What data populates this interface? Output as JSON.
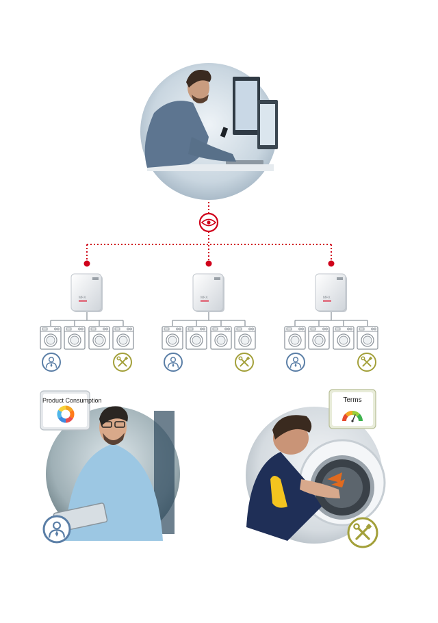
{
  "diagram": {
    "cards": {
      "consumption": {
        "title": "Product Consumption"
      },
      "terms": {
        "title": "Terms"
      }
    },
    "device_brand": "MFX",
    "colors": {
      "accent_red": "#d0021b",
      "line_gray": "#9aa1a8",
      "user_blue": "#5a7ea6",
      "tech_olive": "#a3a03a",
      "device_body": "#e9ebee"
    },
    "icons": [
      "eye-icon",
      "user-icon",
      "wrench-screwdriver-icon",
      "washing-machine-icon",
      "donut-chart-icon",
      "gauge-icon"
    ]
  }
}
